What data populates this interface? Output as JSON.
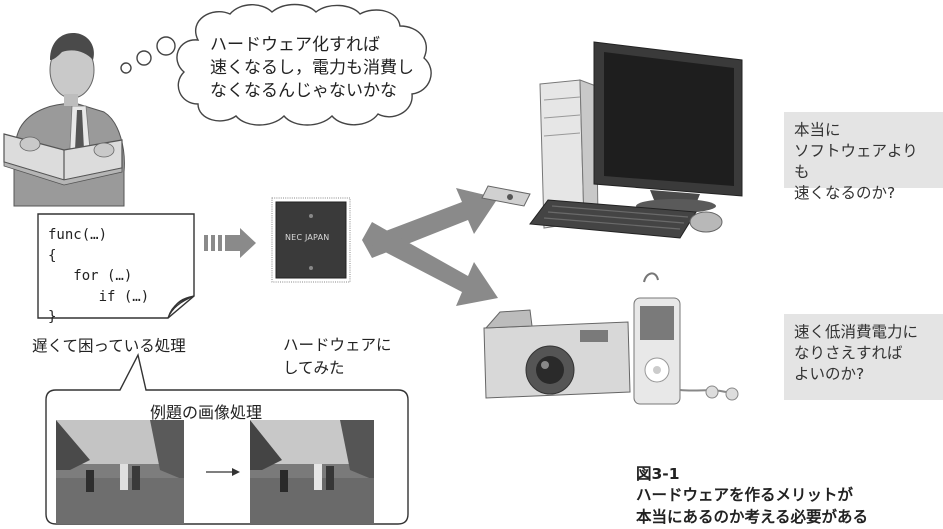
{
  "thought_bubble": {
    "text": "ハードウェア化すれば\n速くなるし，電力も消費し\nなくなるんじゃないかな"
  },
  "code": {
    "text": "func(…)\n{\n   for (…)\n      if (…)\n}"
  },
  "slow_process_label": "遅くて困っている処理",
  "hardware_label": "ハードウェアに\nしてみた",
  "chip_marking": "NEC JAPAN",
  "example": {
    "title": "例題の画像処理"
  },
  "questions": {
    "pc": "本当に\nソフトウェアよりも\n速くなるのか?",
    "embedded": "速く低消費電力に\nなりさえすれば\nよいのか?"
  },
  "figure": {
    "number": "図3-1",
    "caption": "ハードウェアを作るメリットが\n本当にあるのか考える必要がある"
  },
  "colors": {
    "question_bg": "#e4e4e4",
    "arrow_gray": "#8a8a8a",
    "chip": "#3a3a3a"
  }
}
